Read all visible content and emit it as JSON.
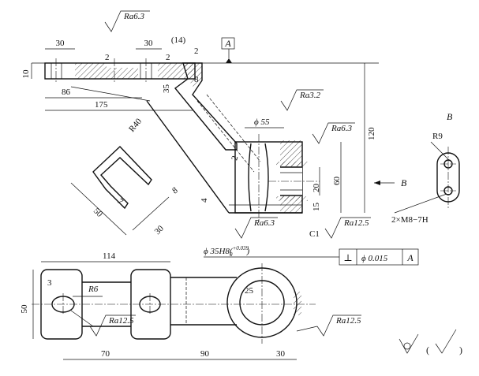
{
  "datum": "A",
  "view_label": "B",
  "view_arrow_label": "B",
  "roughness": {
    "top": "Ra6.3",
    "right_top": "Ra3.2",
    "right_side": "Ra6.3",
    "bottom_left": "Ra6.3",
    "bottom_right": "Ra12.5",
    "plan_holes": "Ra12.5",
    "plan_right": "Ra12.5"
  },
  "dims": {
    "flange_left": "30",
    "flange_right": "30",
    "step_paren": "(14)",
    "thk_top": "2",
    "thk_mid": "2",
    "thk_right": "2",
    "thk_lower": "2",
    "depth_8": "8",
    "depth_35": "35",
    "left_10": "10",
    "len_86": "86",
    "len_175": "175",
    "r_40": "R40",
    "phi55": "ϕ 55",
    "h120": "120",
    "h60": "60",
    "h20": "20",
    "h15": "15",
    "h4": "4",
    "chamfer": "C1",
    "bore": "ϕ 35H8(",
    "bore_tol_up": "+0.039",
    "bore_tol_lo": "0",
    "bore_close": ")",
    "sec_50": "50",
    "sec_7": "7",
    "sec_8": "8",
    "sec_30": "30",
    "plan_114": "114",
    "plan_50": "50",
    "plan_3": "3",
    "plan_r6": "R6",
    "plan_25": "25",
    "plan_70": "70",
    "plan_90": "90",
    "plan_30": "30",
    "r9": "R9",
    "thread": "2×M8−7H"
  },
  "tolerance": {
    "symbol": "⊥",
    "value": "ϕ 0.015",
    "datum": "A"
  },
  "paren_open": "(",
  "paren_close": ")"
}
